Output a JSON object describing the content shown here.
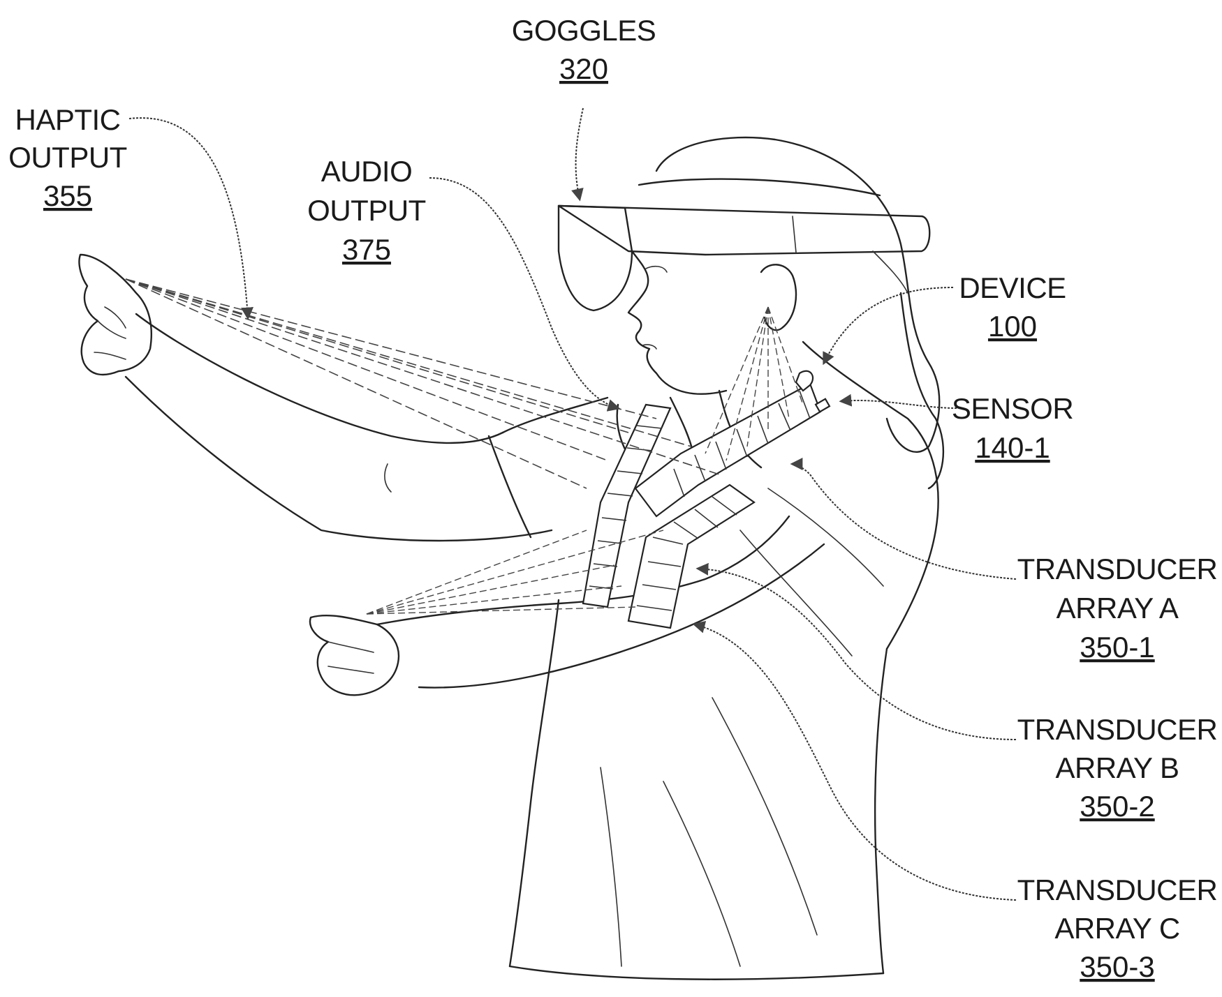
{
  "labels": {
    "goggles": {
      "name": "GOGGLES",
      "ref": "320"
    },
    "haptic_output": {
      "line1": "HAPTIC",
      "line2": "OUTPUT",
      "ref": "355"
    },
    "audio_output": {
      "line1": "AUDIO",
      "line2": "OUTPUT",
      "ref": "375"
    },
    "device": {
      "name": "DEVICE",
      "ref": "100"
    },
    "sensor": {
      "name": "SENSOR",
      "ref": "140-1"
    },
    "transducer_array_a": {
      "line1": "TRANSDUCER",
      "line2": "ARRAY A",
      "ref": "350-1"
    },
    "transducer_array_b": {
      "line1": "TRANSDUCER",
      "line2": "ARRAY B",
      "ref": "350-2"
    },
    "transducer_array_c": {
      "line1": "TRANSDUCER",
      "line2": "ARRAY C",
      "ref": "350-3"
    }
  }
}
